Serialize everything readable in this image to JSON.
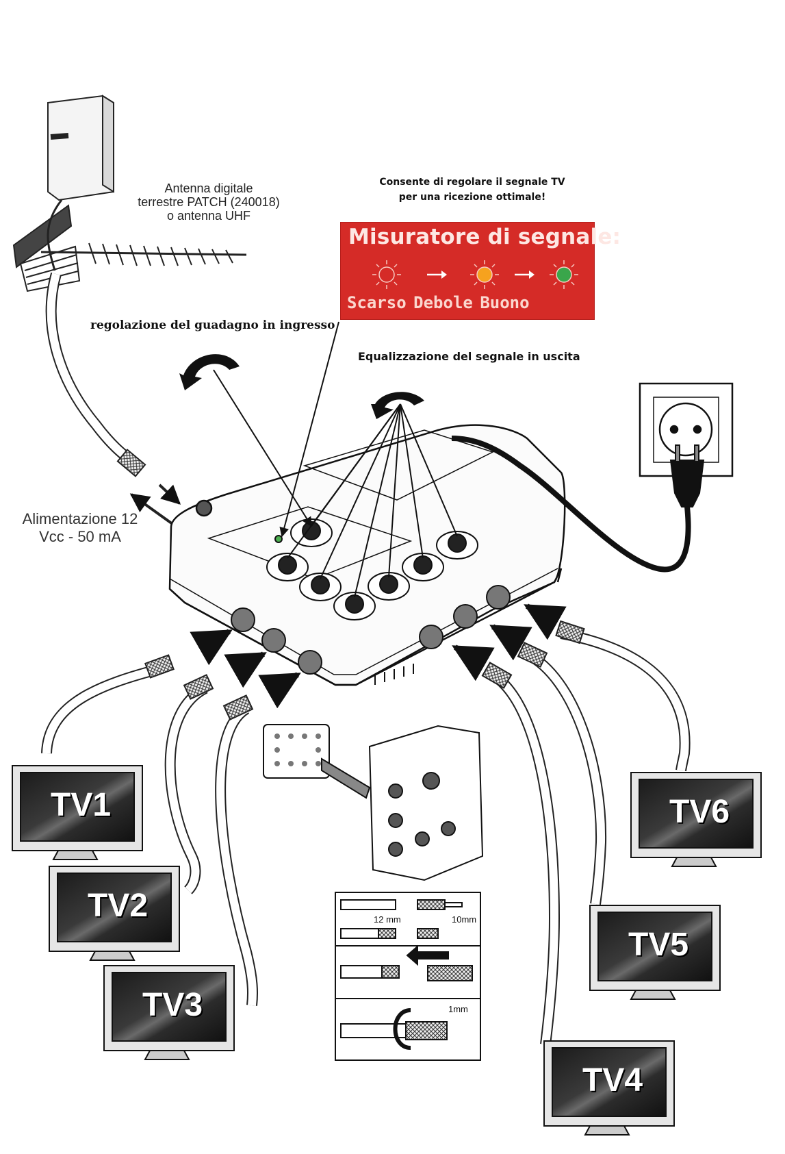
{
  "antenna": {
    "line1": "Antenna digitale",
    "line2": "terrestre PATCH (240018)",
    "line3": "o antenna UHF"
  },
  "tagline": {
    "line1": "Consente di regolare il segnale TV",
    "line2": "per una ricezione ottimale!"
  },
  "signal_meter": {
    "title": "Misuratore di segnale:",
    "levels": [
      "Scarso",
      "Debole",
      "Buono"
    ],
    "led_colors": [
      "#d52b27",
      "#f6a21e",
      "#3aa64b"
    ],
    "background": "#d52b27"
  },
  "gain_label": "regolazione del guadagno in ingresso",
  "equalization_label": "Equalizzazione del segnale in uscita",
  "power": {
    "line1": "Alimentazione 12",
    "line2": "Vcc - 50 mA"
  },
  "tvs": [
    "TV1",
    "TV2",
    "TV3",
    "TV4",
    "TV5",
    "TV6"
  ],
  "cable_prep": {
    "strip_outer": "12 mm",
    "strip_inner": "10mm",
    "gap": "1mm"
  }
}
